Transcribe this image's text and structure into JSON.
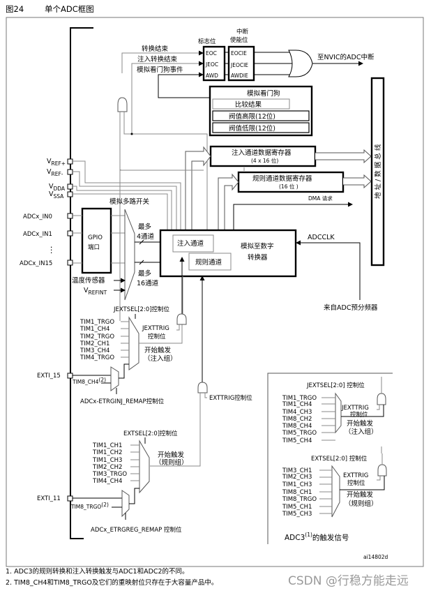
{
  "figure": {
    "number": "图24",
    "title": "单个ADC框图",
    "code": "ai14802d"
  },
  "flags": {
    "header_flag": "标志位",
    "header_int_line1": "中断",
    "header_int_line2": "使能位",
    "flag_bits": [
      "EOC",
      "JEOC",
      "AWD"
    ],
    "enable_bits": [
      "EOCIE",
      "JEOCIE",
      "AWDIE"
    ],
    "events": [
      "转换结束",
      "注入转换结束",
      "模拟看门狗事件"
    ],
    "nvic_label": "至NVIC的ADC中断"
  },
  "watchdog": {
    "title": "模拟看门狗",
    "rows": [
      "比较结果",
      "阀值高限(12位)",
      "阀值低限(12位)"
    ]
  },
  "registers": {
    "injected_title": "注入通道数据寄存器",
    "injected_size": "(4 x 16 位)",
    "regular_title": "规则通道数据寄存器",
    "regular_size": "(16 位 )",
    "dma_label": "DMA 请求"
  },
  "bus": {
    "label": "地 址 / 数 据 总 线"
  },
  "power_pins": [
    {
      "main": "V",
      "sub": "REF+"
    },
    {
      "main": "V",
      "sub": "REF-"
    },
    {
      "main": "V",
      "sub": "DDA"
    },
    {
      "main": "V",
      "sub": "SSA"
    }
  ],
  "inputs": {
    "pins": [
      "ADCx_IN0",
      "ADCx_IN1",
      "ADCx_IN15"
    ],
    "ellipsis": "⋮",
    "gpio_line1": "GPIO",
    "gpio_line2": "端口",
    "mux_label": "模拟多路开关",
    "temp_sensor": "温度传感器",
    "vrefint_main": "V",
    "vrefint_sub": "REFINT",
    "max_inj_line1": "最多",
    "max_inj_line2": "4通道",
    "max_reg_line1": "最多",
    "max_reg_line2": "16通道"
  },
  "adc": {
    "injected_channel": "注入通道",
    "regular_channel": "规则通道",
    "core_line1": "模拟至数字",
    "core_line2": "转换器",
    "clock_label": "ADCCLK",
    "clock_source": "来自ADC预分频器"
  },
  "injected_trigger": {
    "select_label": "JEXTSEL[2:0]控制位",
    "sources": [
      "TIM1_TRGO",
      "TIM1_CH4",
      "TIM2_TRGO",
      "TIM2_CH1",
      "TIM3_CH4",
      "TIM4_TRGO"
    ],
    "trig_line1": "JEXTTRIG",
    "trig_line2": "控制位",
    "start_line1": "开始触发",
    "start_line2": "（注入组）",
    "exti_pin": "EXTI_15",
    "remap_source": "TIM8_CH4",
    "remap_note": "(2)",
    "remap_label": "ADCx-ETRGINJ_REMAP控制位"
  },
  "regular_trigger": {
    "select_label": "EXTSEL[2:0]控制位",
    "sources": [
      "TIM1_CH1",
      "TIM1_CH2",
      "TIM1_CH3",
      "TIM2_CH2",
      "TIM3_TRGO",
      "TIM4_CH4"
    ],
    "trig_label": "EXTTRIG控制位",
    "start_line1": "开始触发",
    "start_line2": "（规则组）",
    "exti_pin": "EXTI_11",
    "remap_source": "TIM8_TRGO",
    "remap_note": "(2)",
    "remap_label": "ADCx_ETRGREG_REMAP 控制位"
  },
  "adc3": {
    "inj_select_label": "JEXTSEL[2:0] 控制位",
    "inj_sources": [
      "TIM1_TRGO",
      "TIM1_CH4",
      "TIM4_CH3",
      "TIM8_CH2",
      "TIM8_CH4",
      "TIM5_TRGO",
      "TIM5_CH4"
    ],
    "inj_trig_line1": "JEXTTRIG",
    "inj_trig_line2": "控制位",
    "inj_start_line1": "开始触发",
    "inj_start_line2": "（注入组）",
    "reg_select_label": "EXTSEL[2:0] 控制位",
    "reg_sources": [
      "TIM3_CH1",
      "TIM2_CH3",
      "TIM1_CH3",
      "TIM8_CH1",
      "TIM8_TRGO",
      "TIM5_CH1",
      "TIM5_CH3"
    ],
    "reg_trig_line1": "EXTTRIG",
    "reg_trig_line2": "控制位",
    "reg_start_line1": "开始触发",
    "reg_start_line2": "（规则组）",
    "caption_main": "ADC3",
    "caption_note": "(1)",
    "caption_tail": "的触发信号"
  },
  "footnotes": [
    "1.  ADC3的规则转换和注入转换触发与ADC1和ADC2的不同。",
    "2.  TIM8_CH4和TIM8_TRGO及它们的重映射位只存在于大容量产品中。"
  ],
  "watermark": "CSDN @行稳方能走远"
}
